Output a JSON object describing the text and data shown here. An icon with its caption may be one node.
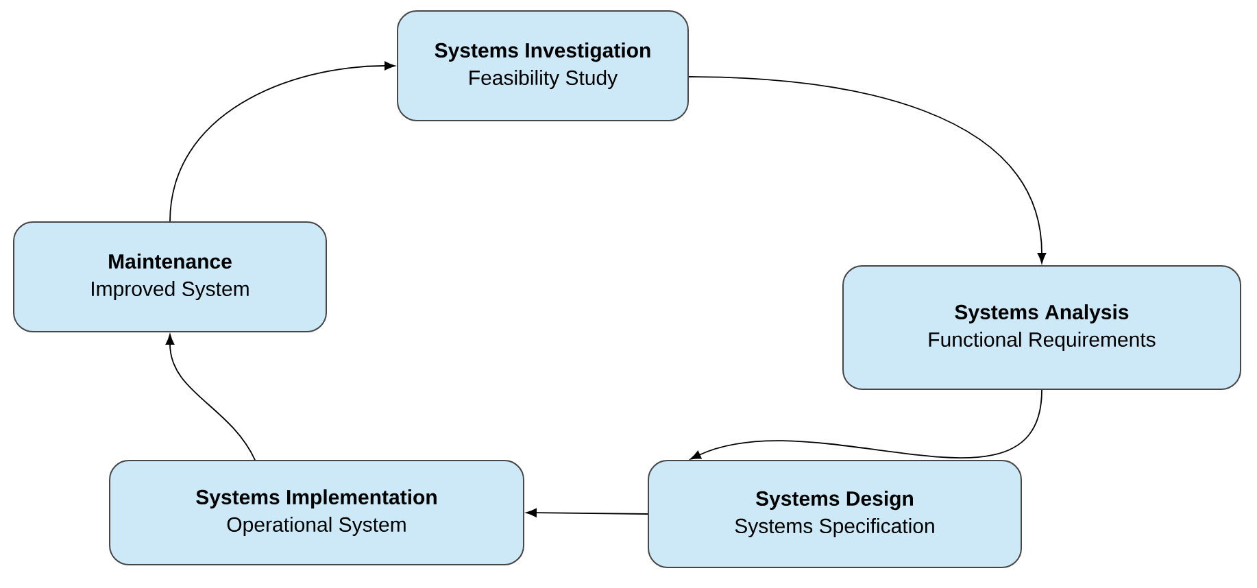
{
  "diagram": {
    "nodes": [
      {
        "text": [
          "Systems Investigation",
          "Feasibility Study"
        ]
      },
      {
        "text": [
          "Systems Analysis",
          "Functional Requirements"
        ]
      },
      {
        "text": [
          "Systems Design",
          "Systems Specification"
        ]
      },
      {
        "text": [
          "Systems Implementation",
          "Operational System"
        ]
      },
      {
        "text": [
          "Maintenance",
          "Improved System"
        ]
      }
    ],
    "edges": [
      {
        "from": 0,
        "to": 1,
        "arrow": "to"
      },
      {
        "from": 1,
        "to": 2,
        "arrow": "to"
      },
      {
        "from": 2,
        "to": 3,
        "arrow": "to"
      },
      {
        "from": 3,
        "to": 4,
        "arrow": "to"
      },
      {
        "from": 4,
        "to": 0,
        "arrow": "to"
      }
    ]
  }
}
